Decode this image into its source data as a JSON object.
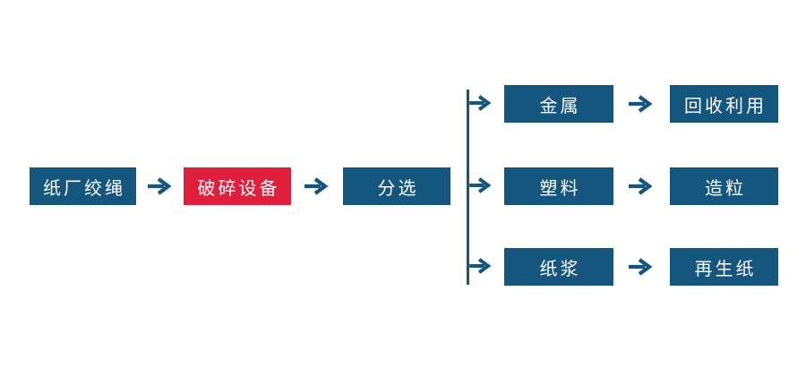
{
  "colors": {
    "box_blue": "#15567e",
    "box_red": "#e01f3c",
    "text_white": "#ffffff",
    "background": "#ffffff"
  },
  "flow": {
    "source_label": "纸厂绞绳",
    "crusher_label": "破碎设备",
    "sorting_label": "分选",
    "branches": [
      {
        "material": "金属",
        "result": "回收利用"
      },
      {
        "material": "塑料",
        "result": "造粒"
      },
      {
        "material": "纸浆",
        "result": "再生纸"
      }
    ]
  }
}
